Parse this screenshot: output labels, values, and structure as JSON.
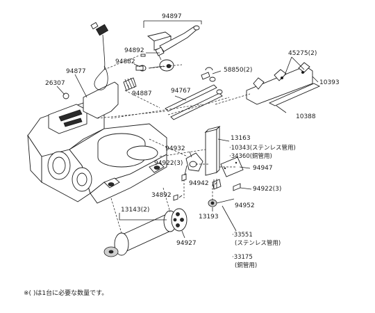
{
  "parts": {
    "p94897": "94897",
    "p94892": "94892",
    "p94882": "94882",
    "p94877": "94877",
    "p26307": "26307",
    "p94887": "94887",
    "p94767": "94767",
    "p58850": "58850(2)",
    "p45275": "45275(2)",
    "p10393": "10393",
    "p10388": "10388",
    "p13163": "13163",
    "p10343": "·10343(ステンレス管用)",
    "p34360": "·34360(銅管用)",
    "p94932": "94932",
    "p94922a": "94922(3)",
    "p94947": "94947",
    "p94942": "94942",
    "p94922b": "94922(3)",
    "p34892": "34892",
    "p94952": "94952",
    "p13143": "13143(2)",
    "p13193": "13193",
    "p94927": "94927",
    "p33551": "·33551",
    "p33551sub": "(ステンレス管用)",
    "p33175": "·33175",
    "p33175sub": "(銅管用)"
  },
  "footnote": "※(  )は1台に必要な数量です。"
}
